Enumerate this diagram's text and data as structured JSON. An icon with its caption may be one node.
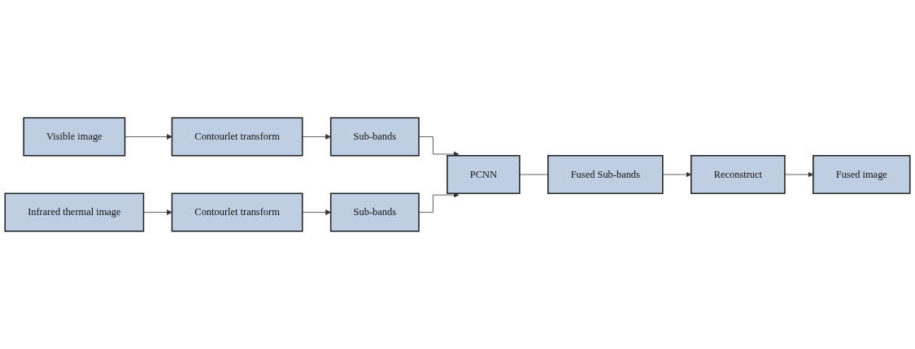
{
  "diagram": {
    "nodes": [
      {
        "text": [
          "Visible image"
        ]
      },
      {
        "text": [
          "Contourlet transform"
        ]
      },
      {
        "text": [
          "Sub-bands"
        ]
      },
      {
        "text": [
          "Infrared thermal image"
        ]
      },
      {
        "text": [
          "Contourlet transform"
        ]
      },
      {
        "text": [
          "Sub-bands"
        ]
      },
      {
        "text": [
          "PCNN"
        ]
      },
      {
        "text": [
          "Fused Sub-bands"
        ]
      },
      {
        "text": [
          "Reconstruct"
        ]
      },
      {
        "text": [
          "Fused image"
        ]
      }
    ],
    "edges": [
      {
        "from": 0,
        "to": 1,
        "arrow": "to"
      },
      {
        "from": 1,
        "to": 2,
        "arrow": "to"
      },
      {
        "from": 3,
        "to": 4,
        "arrow": "to"
      },
      {
        "from": 4,
        "to": 5,
        "arrow": "to"
      },
      {
        "from": 2,
        "to": 6,
        "arrow": "to"
      },
      {
        "from": 5,
        "to": 6,
        "arrow": "to"
      },
      {
        "from": 6,
        "to": 7,
        "arrow": "none"
      },
      {
        "from": 7,
        "to": 8,
        "arrow": "to"
      },
      {
        "from": 8,
        "to": 9,
        "arrow": "to"
      }
    ]
  }
}
